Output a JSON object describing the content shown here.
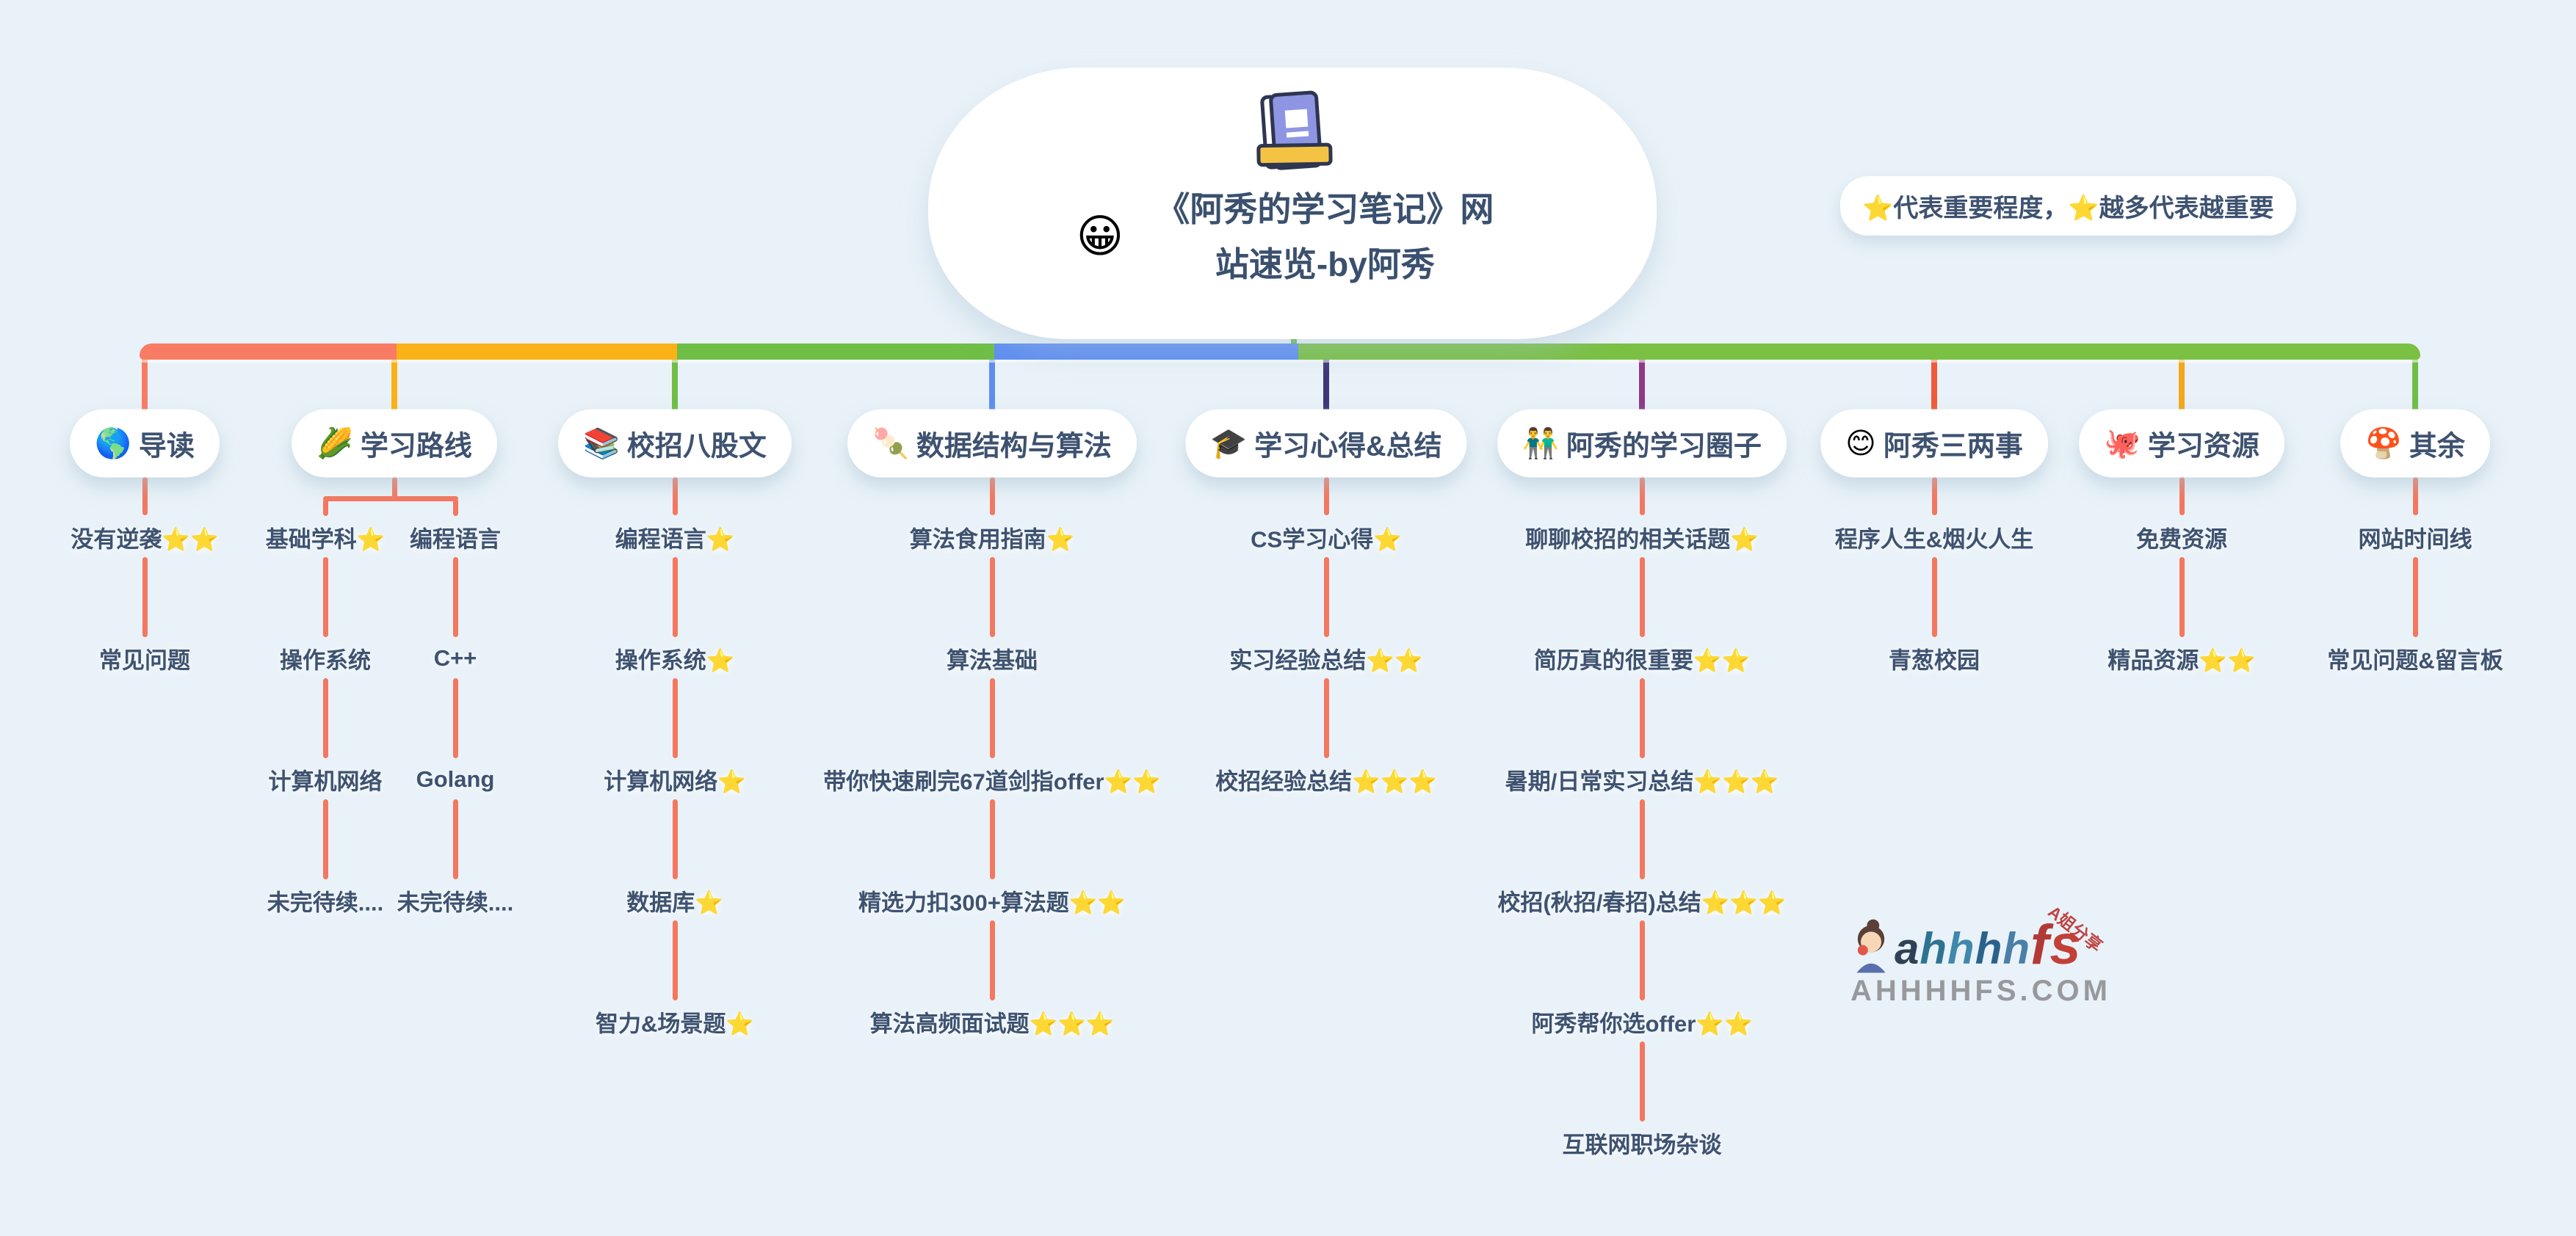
{
  "central": {
    "emoji": "😀",
    "title": "《阿秀的学习笔记》网站速览-by阿秀"
  },
  "legend": {
    "text": "⭐代表重要程度，⭐越多代表越重要"
  },
  "colors": {
    "background": "#e9f2f8",
    "text": "#3e5270",
    "connector": "#f4775f",
    "trunk": "#6fbe45"
  },
  "bus_segments": [
    {
      "color": "#f87c64"
    },
    {
      "color": "#fbb216"
    },
    {
      "color": "#6fbe45"
    },
    {
      "color": "#5e8ef2"
    },
    {
      "color": "#7ac143"
    }
  ],
  "branches": [
    {
      "label": "导读",
      "emoji": "🌎",
      "emoji_name": "globe-americas-icon",
      "color": "#f87c64",
      "columns": [
        [
          "没有逆袭⭐⭐",
          "常见问题"
        ]
      ]
    },
    {
      "label": "学习路线",
      "emoji": "🌽",
      "emoji_name": "corn-icon",
      "color": "#fbb216",
      "columns": [
        [
          "基础学科⭐",
          "操作系统",
          "计算机网络",
          "未完待续...."
        ],
        [
          "编程语言",
          "C++",
          "Golang",
          "未完待续...."
        ]
      ]
    },
    {
      "label": "校招八股文",
      "emoji": "📚",
      "emoji_name": "books-icon",
      "color": "#6fbe45",
      "columns": [
        [
          "编程语言⭐",
          "操作系统⭐",
          "计算机网络⭐",
          "数据库⭐",
          "智力&场景题⭐"
        ]
      ]
    },
    {
      "label": "数据结构与算法",
      "emoji": "🍡",
      "emoji_name": "dango-icon",
      "color": "#5e8ef2",
      "columns": [
        [
          "算法食用指南⭐",
          "算法基础",
          "带你快速刷完67道剑指offer⭐⭐",
          "精选力扣300+算法题⭐⭐",
          "算法高频面试题⭐⭐⭐"
        ]
      ]
    },
    {
      "label": "学习心得&总结",
      "emoji": "🎓",
      "emoji_name": "graduation-cap-icon",
      "color": "#3d3679",
      "columns": [
        [
          "CS学习心得⭐",
          "实习经验总结⭐⭐",
          "校招经验总结⭐⭐⭐"
        ]
      ]
    },
    {
      "label": "阿秀的学习圈子",
      "emoji": "👬",
      "emoji_name": "two-people-icon",
      "color": "#8e3a86",
      "columns": [
        [
          "聊聊校招的相关话题⭐",
          "简历真的很重要⭐⭐",
          "暑期/日常实习总结⭐⭐⭐",
          "校招(秋招/春招)总结⭐⭐⭐",
          "阿秀帮你选offer⭐⭐",
          "互联网职场杂谈"
        ]
      ]
    },
    {
      "label": "阿秀三两事",
      "emoji": "😊",
      "emoji_name": "smiling-face-icon",
      "color": "#f05a38",
      "columns": [
        [
          "程序人生&烟火人生",
          "青葱校园"
        ]
      ]
    },
    {
      "label": "学习资源",
      "emoji": "🐙",
      "emoji_name": "octopus-icon",
      "color": "#f3a71b",
      "columns": [
        [
          "免费资源",
          "精品资源⭐⭐"
        ]
      ]
    },
    {
      "label": "其余",
      "emoji": "🍄",
      "emoji_name": "mushroom-icon",
      "color": "#6fbe45",
      "columns": [
        [
          "网站时间线",
          "常见问题&留言板"
        ]
      ]
    }
  ],
  "watermark": {
    "letters": [
      {
        "ch": "a",
        "color": "#2f4154"
      },
      {
        "ch": "h",
        "color": "#2d7392"
      },
      {
        "ch": "h",
        "color": "#3f88ab"
      },
      {
        "ch": "h",
        "color": "#2a628c"
      },
      {
        "ch": "h",
        "color": "#497fa8"
      },
      {
        "ch": "f",
        "color": "#b23a36"
      },
      {
        "ch": "s",
        "color": "#c24038"
      }
    ],
    "tagline": "A姐分享",
    "domain": "AHHHHFS.COM"
  }
}
